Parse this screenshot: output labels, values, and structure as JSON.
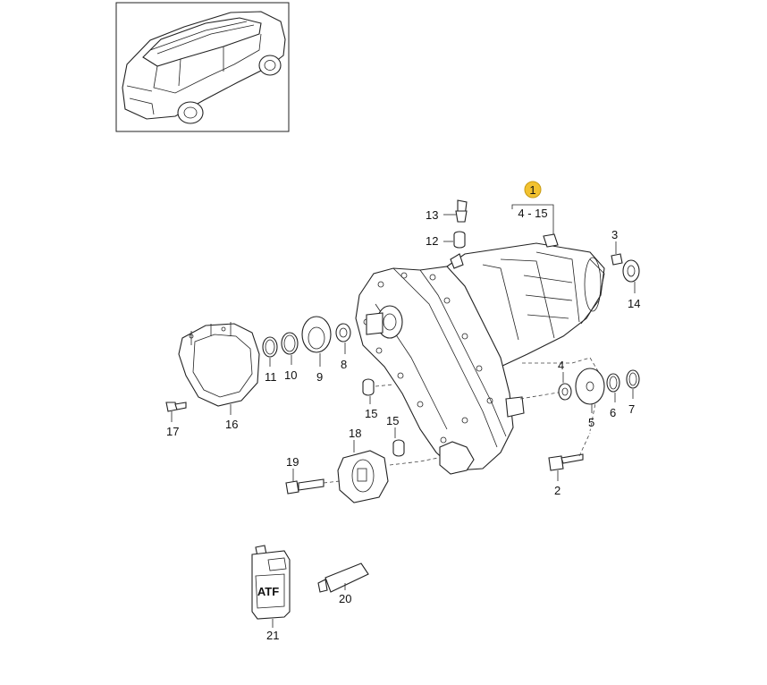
{
  "callout": {
    "number": "1",
    "range": "4 - 15",
    "badge_color": "#f2c230"
  },
  "labels": {
    "p2": "2",
    "p3": "3",
    "p4": "4",
    "p5": "5",
    "p6": "6",
    "p7": "7",
    "p8": "8",
    "p9": "9",
    "p10": "10",
    "p11": "11",
    "p12": "12",
    "p13": "13",
    "p14": "14",
    "p15a": "15",
    "p15b": "15",
    "p16": "16",
    "p17": "17",
    "p18": "18",
    "p19": "19",
    "p20": "20",
    "p21": "21"
  },
  "atf_text": "ATF",
  "icons": [
    "vehicle-thumbnail-icon",
    "transfer-case-icon",
    "atf-canister-icon",
    "sealant-tube-icon"
  ]
}
